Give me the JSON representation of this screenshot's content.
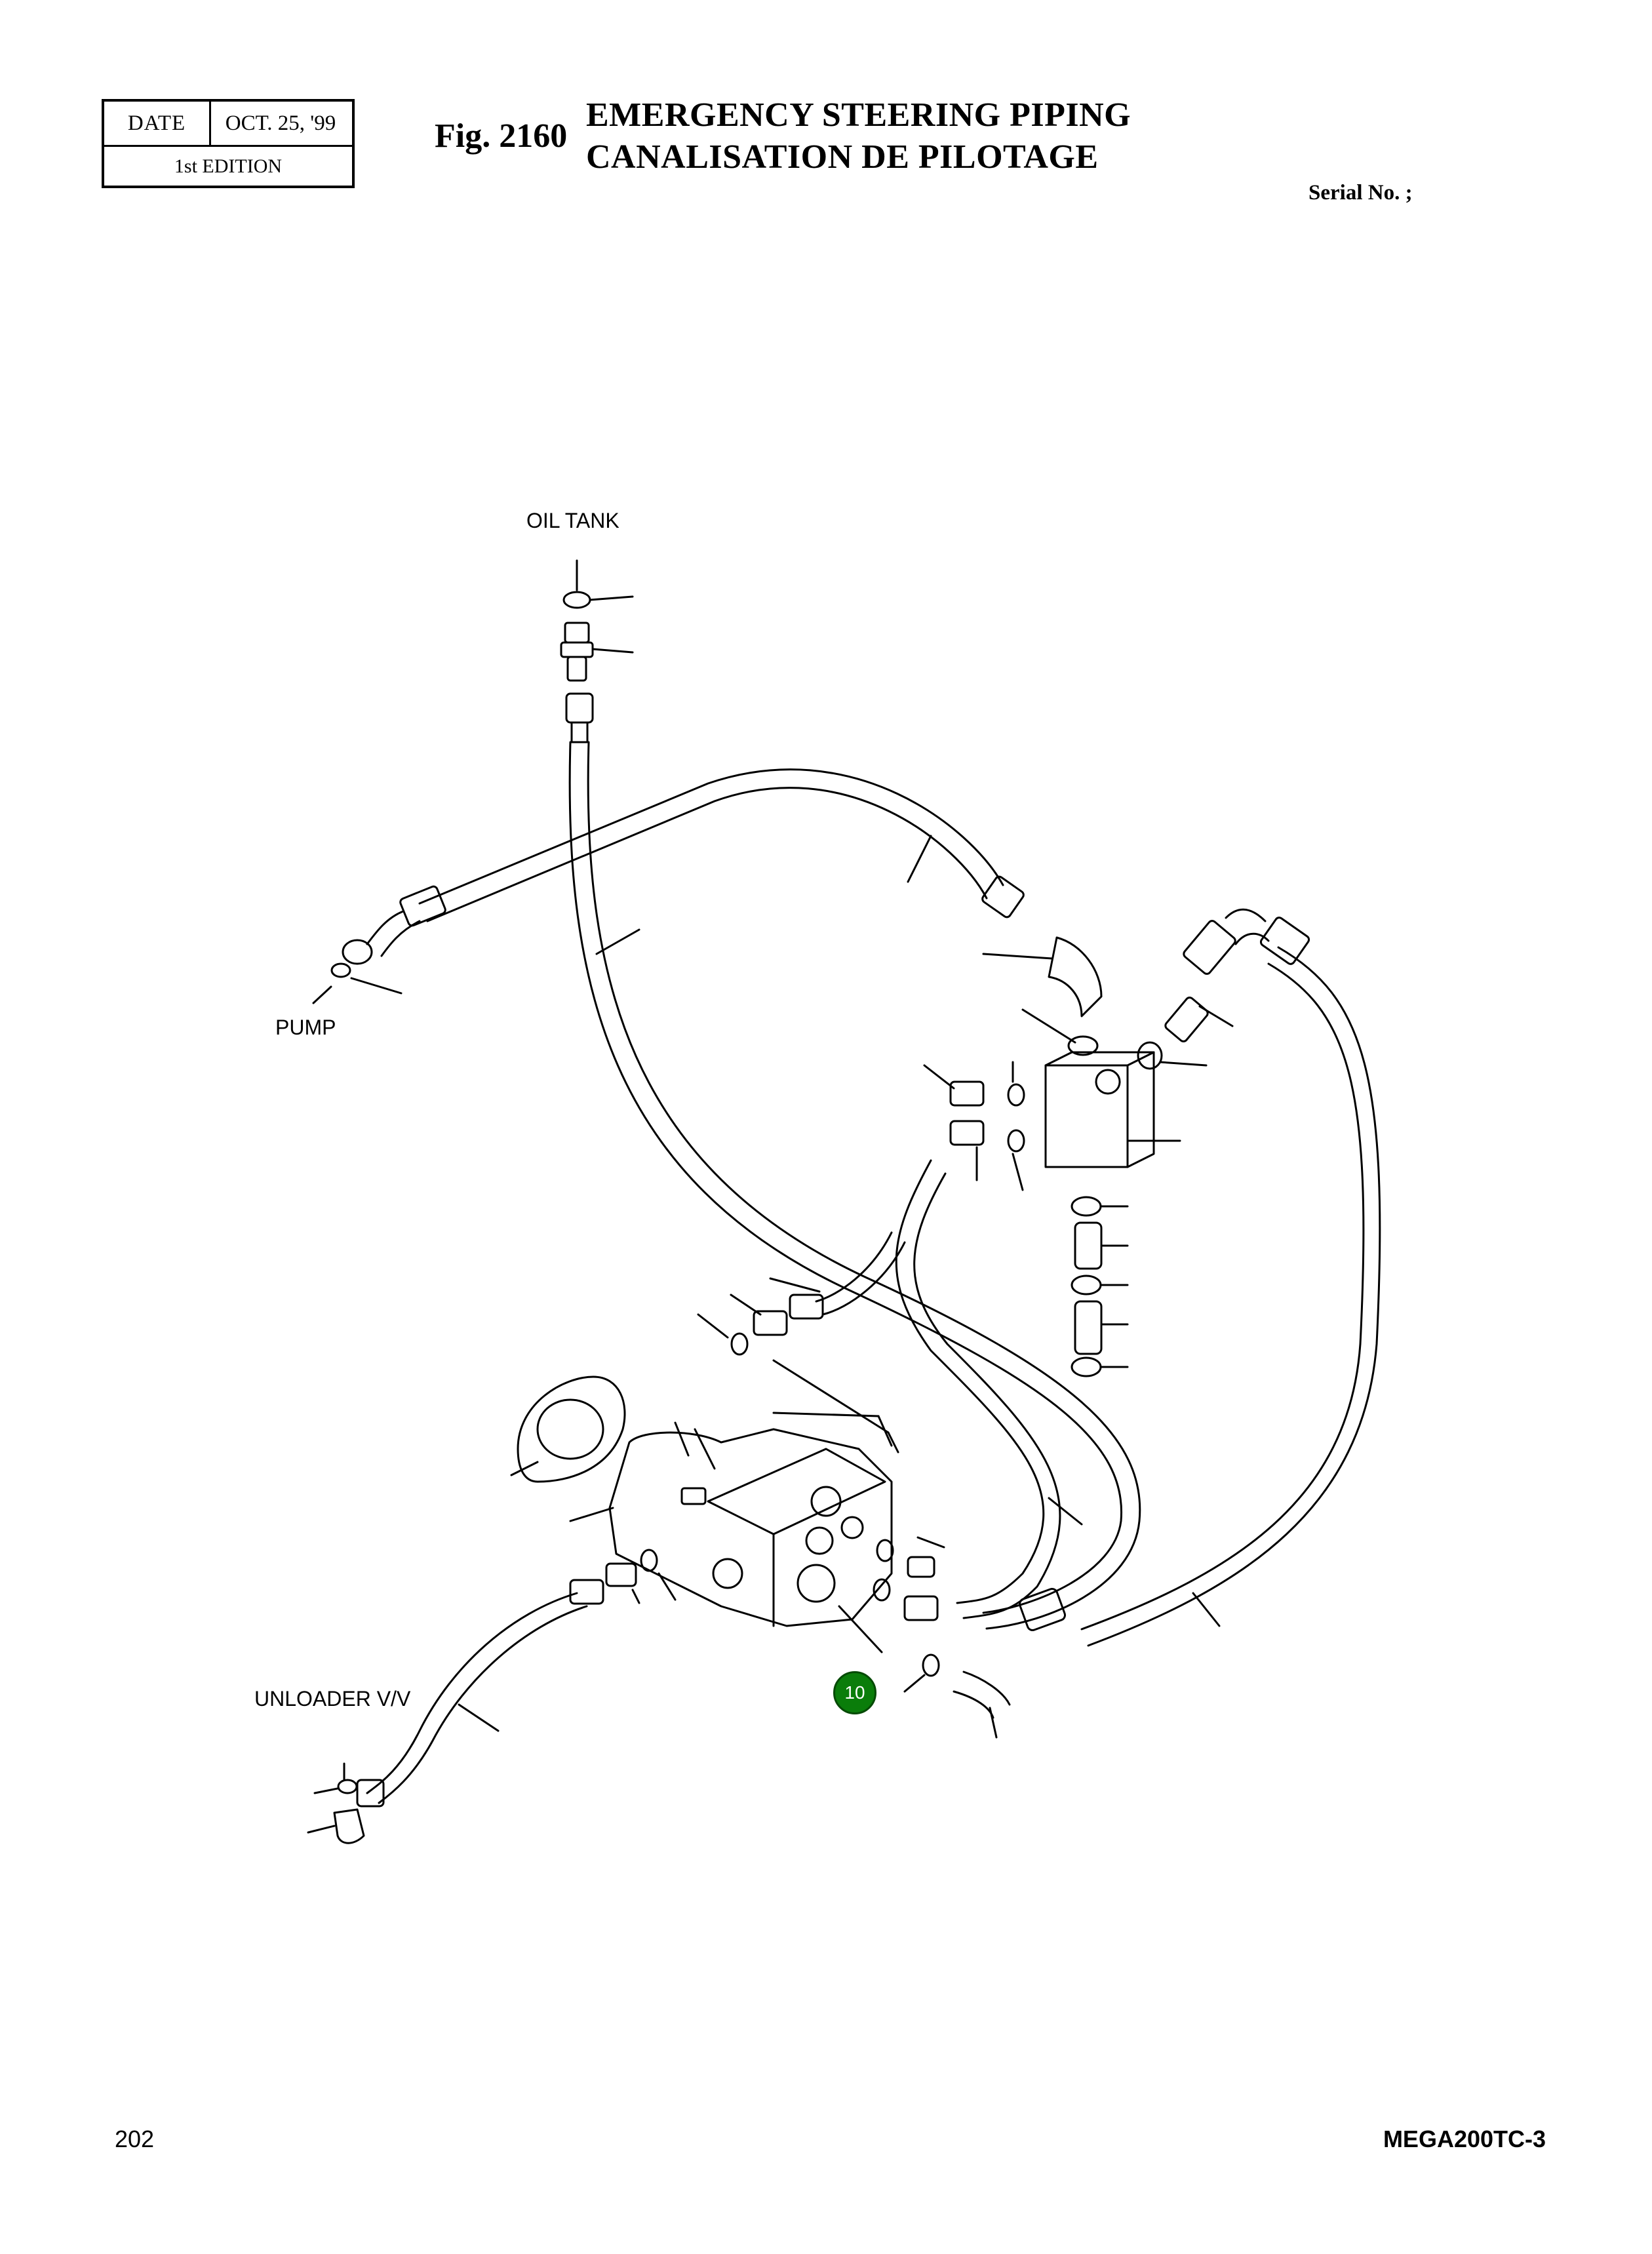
{
  "header": {
    "date_label": "DATE",
    "date_value": "OCT. 25, '99",
    "edition": "1st EDITION",
    "fig_label": "Fig. 2160",
    "title_en": "EMERGENCY STEERING PIPING",
    "title_fr": "CANALISATION DE PILOTAGE",
    "serial": "Serial No. ;"
  },
  "diagram": {
    "labels": {
      "oil_tank": "OIL TANK",
      "pump": "PUMP",
      "unloader": "UNLOADER V/V"
    },
    "callout": "10"
  },
  "footer": {
    "page_number": "202",
    "model": "MEGA200TC-3"
  }
}
